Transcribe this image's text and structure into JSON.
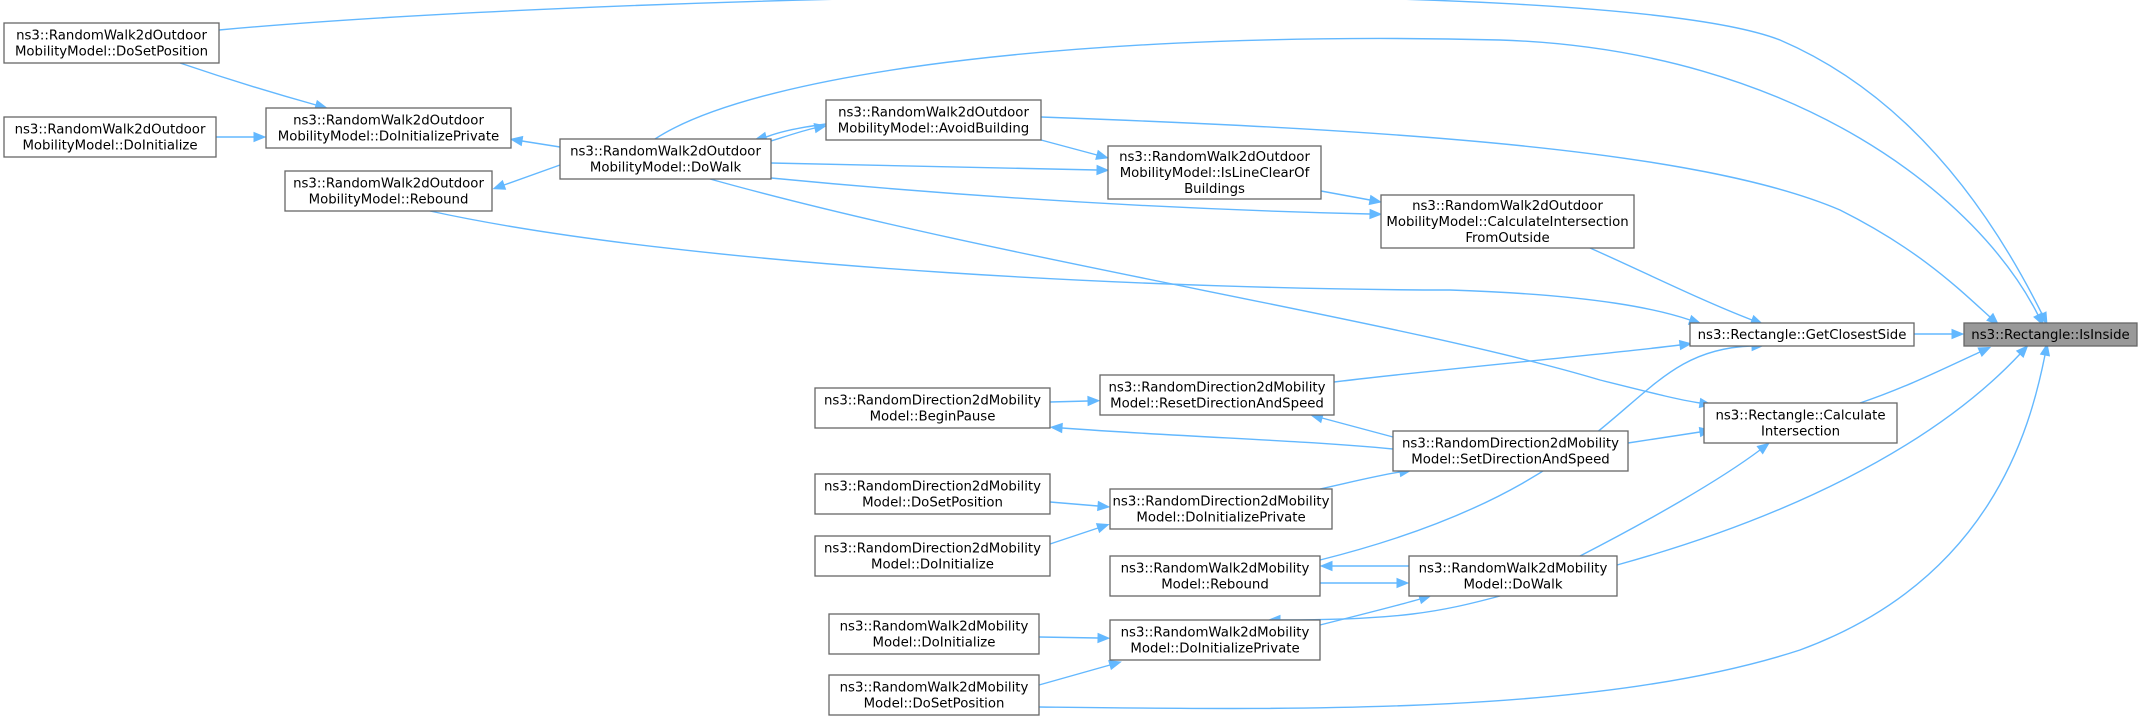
{
  "diagram": {
    "title": "",
    "colors": {
      "edge": "#63b8ff",
      "node_border": "#666666",
      "root_fill": "#999999",
      "node_fill": "#ffffff"
    },
    "nodes": [
      {
        "id": "root",
        "lines": [
          "ns3::Rectangle::IsInside"
        ],
        "root": true
      },
      {
        "id": "gcs",
        "lines": [
          "ns3::Rectangle::GetClosestSide"
        ]
      },
      {
        "id": "ci",
        "lines": [
          "ns3::Rectangle::Calculate",
          "Intersection"
        ]
      },
      {
        "id": "rw2o_dsp",
        "lines": [
          "ns3::RandomWalk2dOutdoor",
          "MobilityModel::DoSetPosition"
        ]
      },
      {
        "id": "rw2o_dinit",
        "lines": [
          "ns3::RandomWalk2dOutdoor",
          "MobilityModel::DoInitialize"
        ]
      },
      {
        "id": "rw2o_dip",
        "lines": [
          "ns3::RandomWalk2dOutdoor",
          "MobilityModel::DoInitializePrivate"
        ]
      },
      {
        "id": "rw2o_reb",
        "lines": [
          "ns3::RandomWalk2dOutdoor",
          "MobilityModel::Rebound"
        ]
      },
      {
        "id": "rw2o_walk",
        "lines": [
          "ns3::RandomWalk2dOutdoor",
          "MobilityModel::DoWalk"
        ]
      },
      {
        "id": "rw2o_avoid",
        "lines": [
          "ns3::RandomWalk2dOutdoor",
          "MobilityModel::AvoidBuilding"
        ]
      },
      {
        "id": "rw2o_ilc",
        "lines": [
          "ns3::RandomWalk2dOutdoor",
          "MobilityModel::IsLineClearOf",
          "Buildings"
        ]
      },
      {
        "id": "rw2o_cifo",
        "lines": [
          "ns3::RandomWalk2dOutdoor",
          "MobilityModel::CalculateIntersection",
          "FromOutside"
        ]
      },
      {
        "id": "rd2_bp",
        "lines": [
          "ns3::RandomDirection2dMobility",
          "Model::BeginPause"
        ]
      },
      {
        "id": "rd2_rds",
        "lines": [
          "ns3::RandomDirection2dMobility",
          "Model::ResetDirectionAndSpeed"
        ]
      },
      {
        "id": "rd2_sds",
        "lines": [
          "ns3::RandomDirection2dMobility",
          "Model::SetDirectionAndSpeed"
        ]
      },
      {
        "id": "rd2_dsp",
        "lines": [
          "ns3::RandomDirection2dMobility",
          "Model::DoSetPosition"
        ]
      },
      {
        "id": "rd2_dip",
        "lines": [
          "ns3::RandomDirection2dMobility",
          "Model::DoInitializePrivate"
        ]
      },
      {
        "id": "rd2_dinit",
        "lines": [
          "ns3::RandomDirection2dMobility",
          "Model::DoInitialize"
        ]
      },
      {
        "id": "rw2_reb",
        "lines": [
          "ns3::RandomWalk2dMobility",
          "Model::Rebound"
        ]
      },
      {
        "id": "rw2_walk",
        "lines": [
          "ns3::RandomWalk2dMobility",
          "Model::DoWalk"
        ]
      },
      {
        "id": "rw2_dinit",
        "lines": [
          "ns3::RandomWalk2dMobility",
          "Model::DoInitialize"
        ]
      },
      {
        "id": "rw2_dip",
        "lines": [
          "ns3::RandomWalk2dMobility",
          "Model::DoInitializePrivate"
        ]
      },
      {
        "id": "rw2_dsp",
        "lines": [
          "ns3::RandomWalk2dMobility",
          "Model::DoSetPosition"
        ]
      }
    ],
    "edges": [
      {
        "from": "gcs",
        "to": "root"
      },
      {
        "from": "ci",
        "to": "root"
      },
      {
        "from": "rw2o_dsp",
        "to": "root"
      },
      {
        "from": "rw2o_walk",
        "to": "root"
      },
      {
        "from": "rw2o_avoid",
        "to": "root"
      },
      {
        "from": "rw2_walk",
        "to": "root"
      },
      {
        "from": "rw2_dsp",
        "to": "root"
      },
      {
        "from": "rw2o_cifo",
        "to": "gcs"
      },
      {
        "from": "rw2o_reb",
        "to": "gcs"
      },
      {
        "from": "rd2_rds",
        "to": "gcs"
      },
      {
        "from": "rw2_reb",
        "to": "gcs"
      },
      {
        "from": "rw2o_walk",
        "to": "ci"
      },
      {
        "from": "rd2_sds",
        "to": "ci"
      },
      {
        "from": "rw2_walk",
        "to": "ci"
      },
      {
        "from": "rw2o_dsp",
        "to": "rw2o_dip"
      },
      {
        "from": "rw2o_dinit",
        "to": "rw2o_dip"
      },
      {
        "from": "rw2o_walk",
        "to": "rw2o_dip"
      },
      {
        "from": "rw2o_walk",
        "to": "rw2o_reb"
      },
      {
        "from": "rw2o_avoid",
        "to": "rw2o_walk"
      },
      {
        "from": "rw2o_walk",
        "to": "rw2o_avoid"
      },
      {
        "from": "rw2o_walk",
        "to": "rw2o_ilc"
      },
      {
        "from": "rw2o_avoid",
        "to": "rw2o_ilc"
      },
      {
        "from": "rw2o_walk",
        "to": "rw2o_cifo"
      },
      {
        "from": "rw2o_ilc",
        "to": "rw2o_cifo"
      },
      {
        "from": "rd2_bp",
        "to": "rd2_rds"
      },
      {
        "from": "rd2_sds",
        "to": "rd2_rds"
      },
      {
        "from": "rd2_sds",
        "to": "rd2_bp"
      },
      {
        "from": "rd2_dip",
        "to": "rd2_sds"
      },
      {
        "from": "rd2_dsp",
        "to": "rd2_dip"
      },
      {
        "from": "rd2_dinit",
        "to": "rd2_dip"
      },
      {
        "from": "rw2_reb",
        "to": "rw2_walk"
      },
      {
        "from": "rw2_walk",
        "to": "rw2_reb"
      },
      {
        "from": "rw2_dip",
        "to": "rw2_walk"
      },
      {
        "from": "rw2_walk",
        "to": "rw2_dip"
      },
      {
        "from": "rw2_dinit",
        "to": "rw2_dip"
      },
      {
        "from": "rw2_dsp",
        "to": "rw2_dip"
      }
    ]
  }
}
